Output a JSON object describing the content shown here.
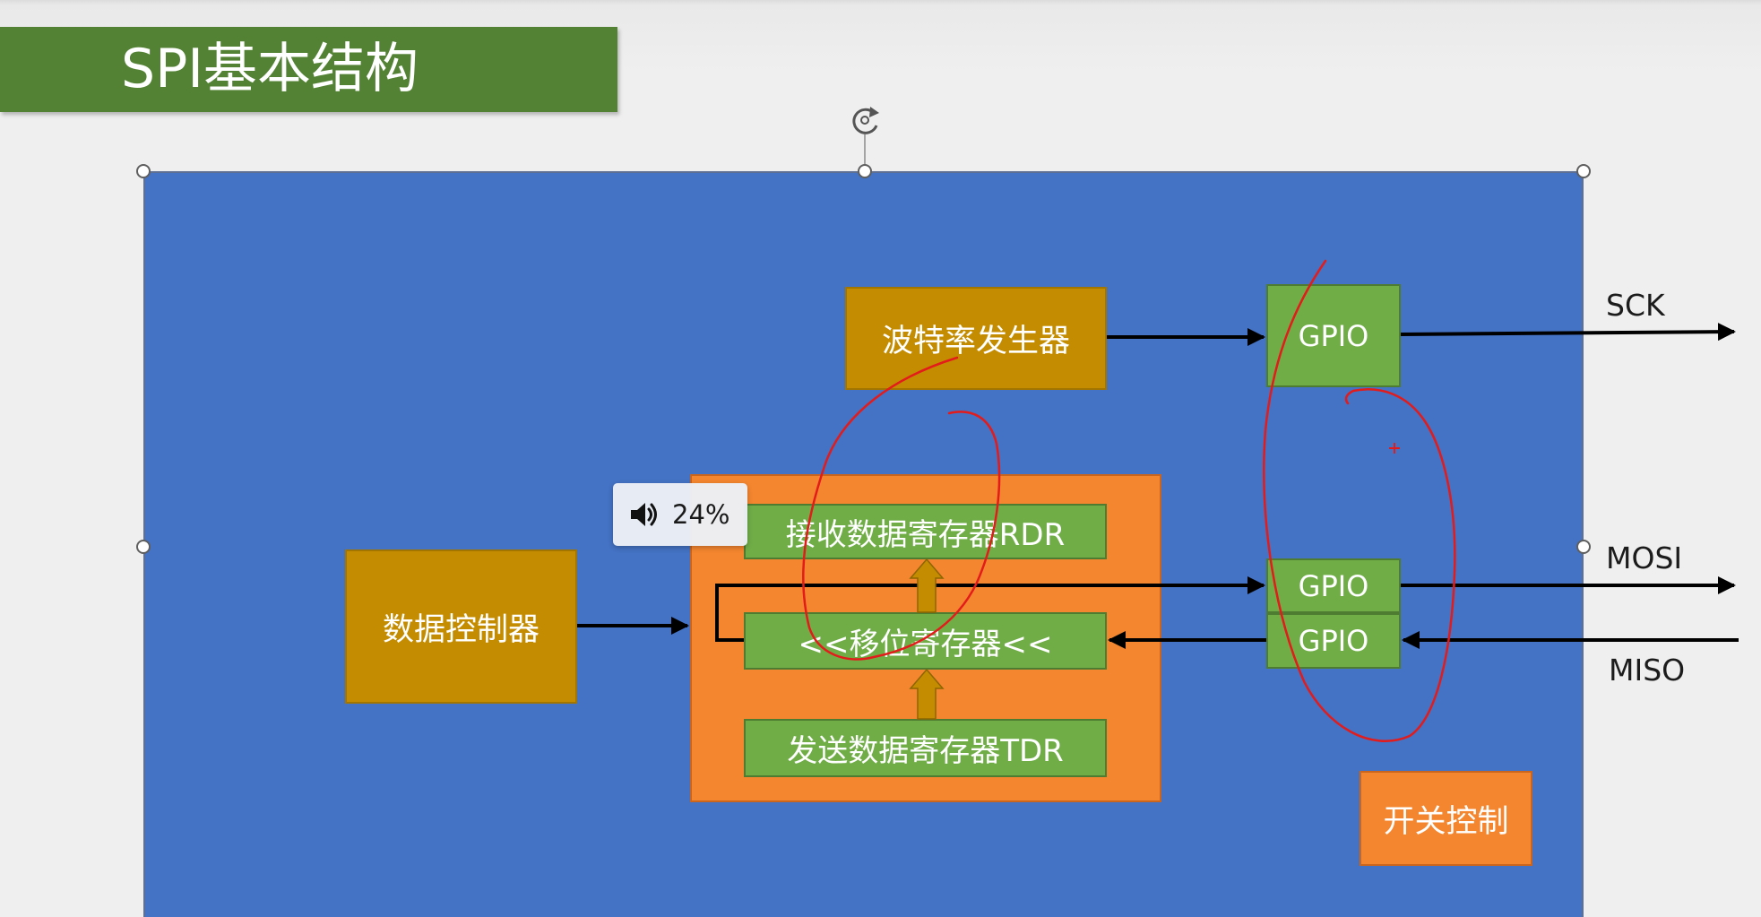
{
  "title": "SPI基本结构",
  "blocks": {
    "baud_rate_generator": "波特率发生器",
    "data_controller": "数据控制器",
    "rdr": "接收数据寄存器RDR",
    "shift_register": "<<移位寄存器<<",
    "tdr": "发送数据寄存器TDR",
    "switch_control": "开关控制",
    "gpio_sck": "GPIO",
    "gpio_mosi": "GPIO",
    "gpio_miso": "GPIO"
  },
  "signals": {
    "sck": "SCK",
    "mosi": "MOSI",
    "miso": "MISO"
  },
  "volume_osd": {
    "icon": "speaker-icon",
    "level": "24%"
  },
  "icons": {
    "rotate_handle": "rotate-icon"
  },
  "colors": {
    "title_bar": "#548235",
    "canvas": "#4472c4",
    "gold_block": "#c48c00",
    "green_block": "#70ad47",
    "orange_block": "#f4862f",
    "connector": "#000000",
    "annotation_red": "#e31b1b"
  }
}
